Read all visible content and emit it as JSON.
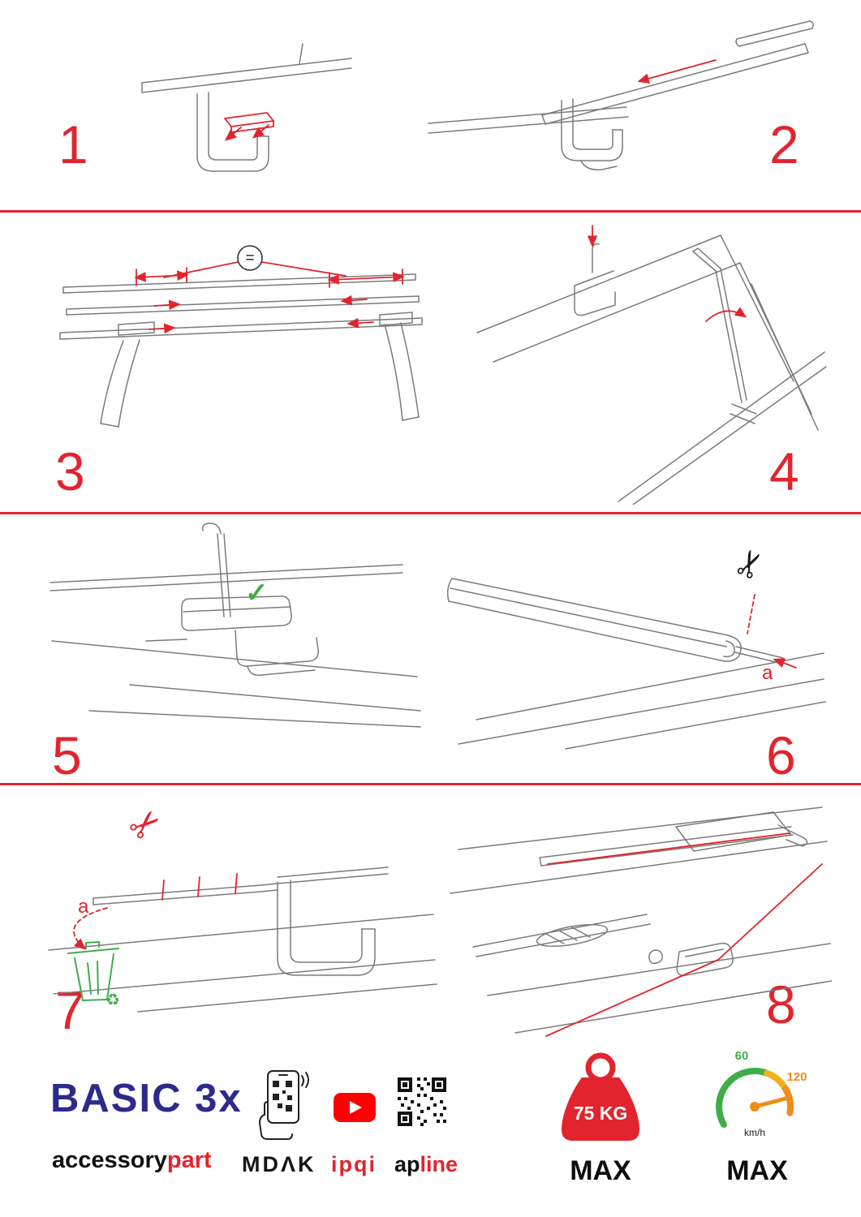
{
  "steps": [
    {
      "number": "1"
    },
    {
      "number": "2"
    },
    {
      "number": "3",
      "equal": "="
    },
    {
      "number": "4"
    },
    {
      "number": "5",
      "check": "✓"
    },
    {
      "number": "6",
      "label": "a",
      "scissors": "✂"
    },
    {
      "number": "7",
      "label": "a",
      "scissors": "✂",
      "recycle": "♻"
    },
    {
      "number": "8"
    }
  ],
  "footer": {
    "product": "BASIC 3x",
    "brand": {
      "black": "accessory",
      "red": "part"
    },
    "partners": {
      "mdak": "MDΛK",
      "ipqi": "ipqi",
      "apline_black": "ap",
      "apline_red": "line"
    },
    "weight": {
      "value": "75 KG",
      "max": "MAX"
    },
    "speed": {
      "low": "60",
      "high": "120",
      "unit": "km/h",
      "max": "MAX"
    }
  },
  "colors": {
    "accent_red": "#e2242e",
    "brand_blue": "#2b2b8c",
    "green": "#3fae49",
    "orange": "#ef8c1a",
    "youtube_red": "#ff0000"
  }
}
